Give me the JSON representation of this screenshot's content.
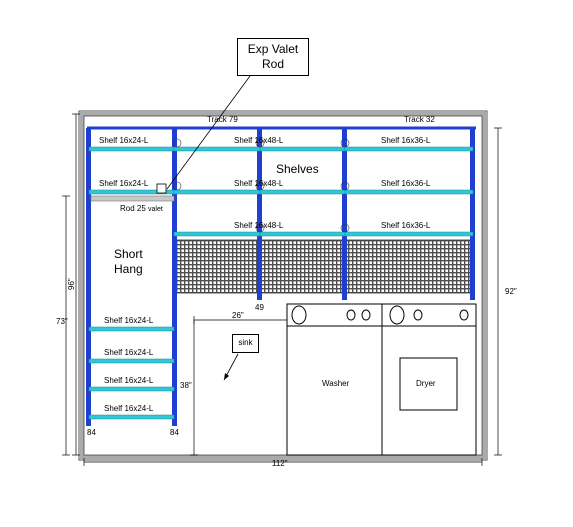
{
  "callout": {
    "line1": "Exp Valet",
    "line2": "Rod"
  },
  "sink_label": "sink",
  "tracks": {
    "left": "Track 79",
    "right": "Track 32"
  },
  "shelves": {
    "left_top": "Shelf 16x24-L",
    "left_second": "Shelf 16x24-L",
    "middle_1": "Shelf 16x48-L",
    "middle_2": "Shelf 16x48-L",
    "middle_3": "Shelf 16x48-L",
    "right_1": "Shelf 16x36-L",
    "right_2": "Shelf 16x36-L",
    "right_3": "Shelf 16x36-L",
    "lower_1": "Shelf 16x24-L",
    "lower_2": "Shelf 16x24-L",
    "lower_3": "Shelf 16x24-L",
    "lower_4": "Shelf 16x24-L"
  },
  "zones": {
    "shelves": "Shelves",
    "short_hang_1": "Short",
    "short_hang_2": "Hang"
  },
  "rod_label": "Rod 25",
  "valet_label": "valet",
  "upright_lengths": {
    "left_outer": "84",
    "left_inner": "84",
    "mid_1": "49",
    "mid_2": "49",
    "right": "49"
  },
  "dimensions": {
    "width": "112\"",
    "height_96": "96\"",
    "height_73": "73\"",
    "height_92": "92\"",
    "depth_26": "26\"",
    "height_38": "38\""
  },
  "appliances": {
    "washer": "Washer",
    "dryer": "Dryer"
  },
  "colors": {
    "upright": "#1f3fd0",
    "shelf": "#2fc6d8",
    "wall": "#9a9a9a",
    "mesh": "#5a5a5a"
  }
}
